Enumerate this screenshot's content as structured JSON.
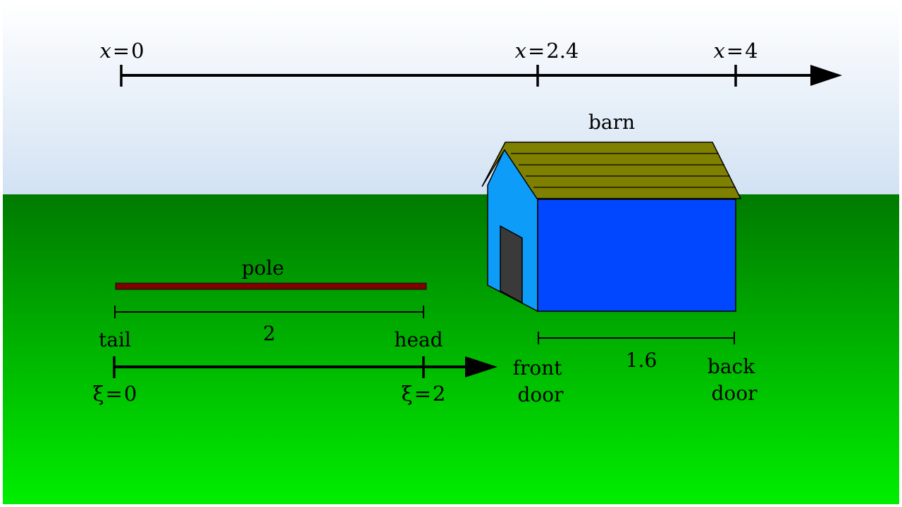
{
  "colors": {
    "sky_top": "#ffffff",
    "sky_bottom": "#d2e2f3",
    "ground_top": "#007a00",
    "ground_bottom": "#00ee00",
    "pole": "#800000",
    "roof": "#808000",
    "barn_front_face": "#0e9cf9",
    "barn_side_face": "#0047ff",
    "door": "#3a3a3a"
  },
  "x_axis": {
    "ticks": [
      {
        "var": "x",
        "eq": "=",
        "value": "0"
      },
      {
        "var": "x",
        "eq": "=",
        "value": "2.4"
      },
      {
        "var": "x",
        "eq": "=",
        "value": "4"
      }
    ]
  },
  "barn": {
    "label": "barn",
    "length_label": "1.6",
    "front_door_line1": "front",
    "front_door_line2": "door",
    "back_door_line1": "back",
    "back_door_line2": "door"
  },
  "pole": {
    "label": "pole",
    "length_label": "2",
    "tail_label": "tail",
    "head_label": "head"
  },
  "xi_axis": {
    "ticks": [
      {
        "var": "ξ",
        "eq": "=",
        "value": "0"
      },
      {
        "var": "ξ",
        "eq": "=",
        "value": "2"
      }
    ]
  }
}
